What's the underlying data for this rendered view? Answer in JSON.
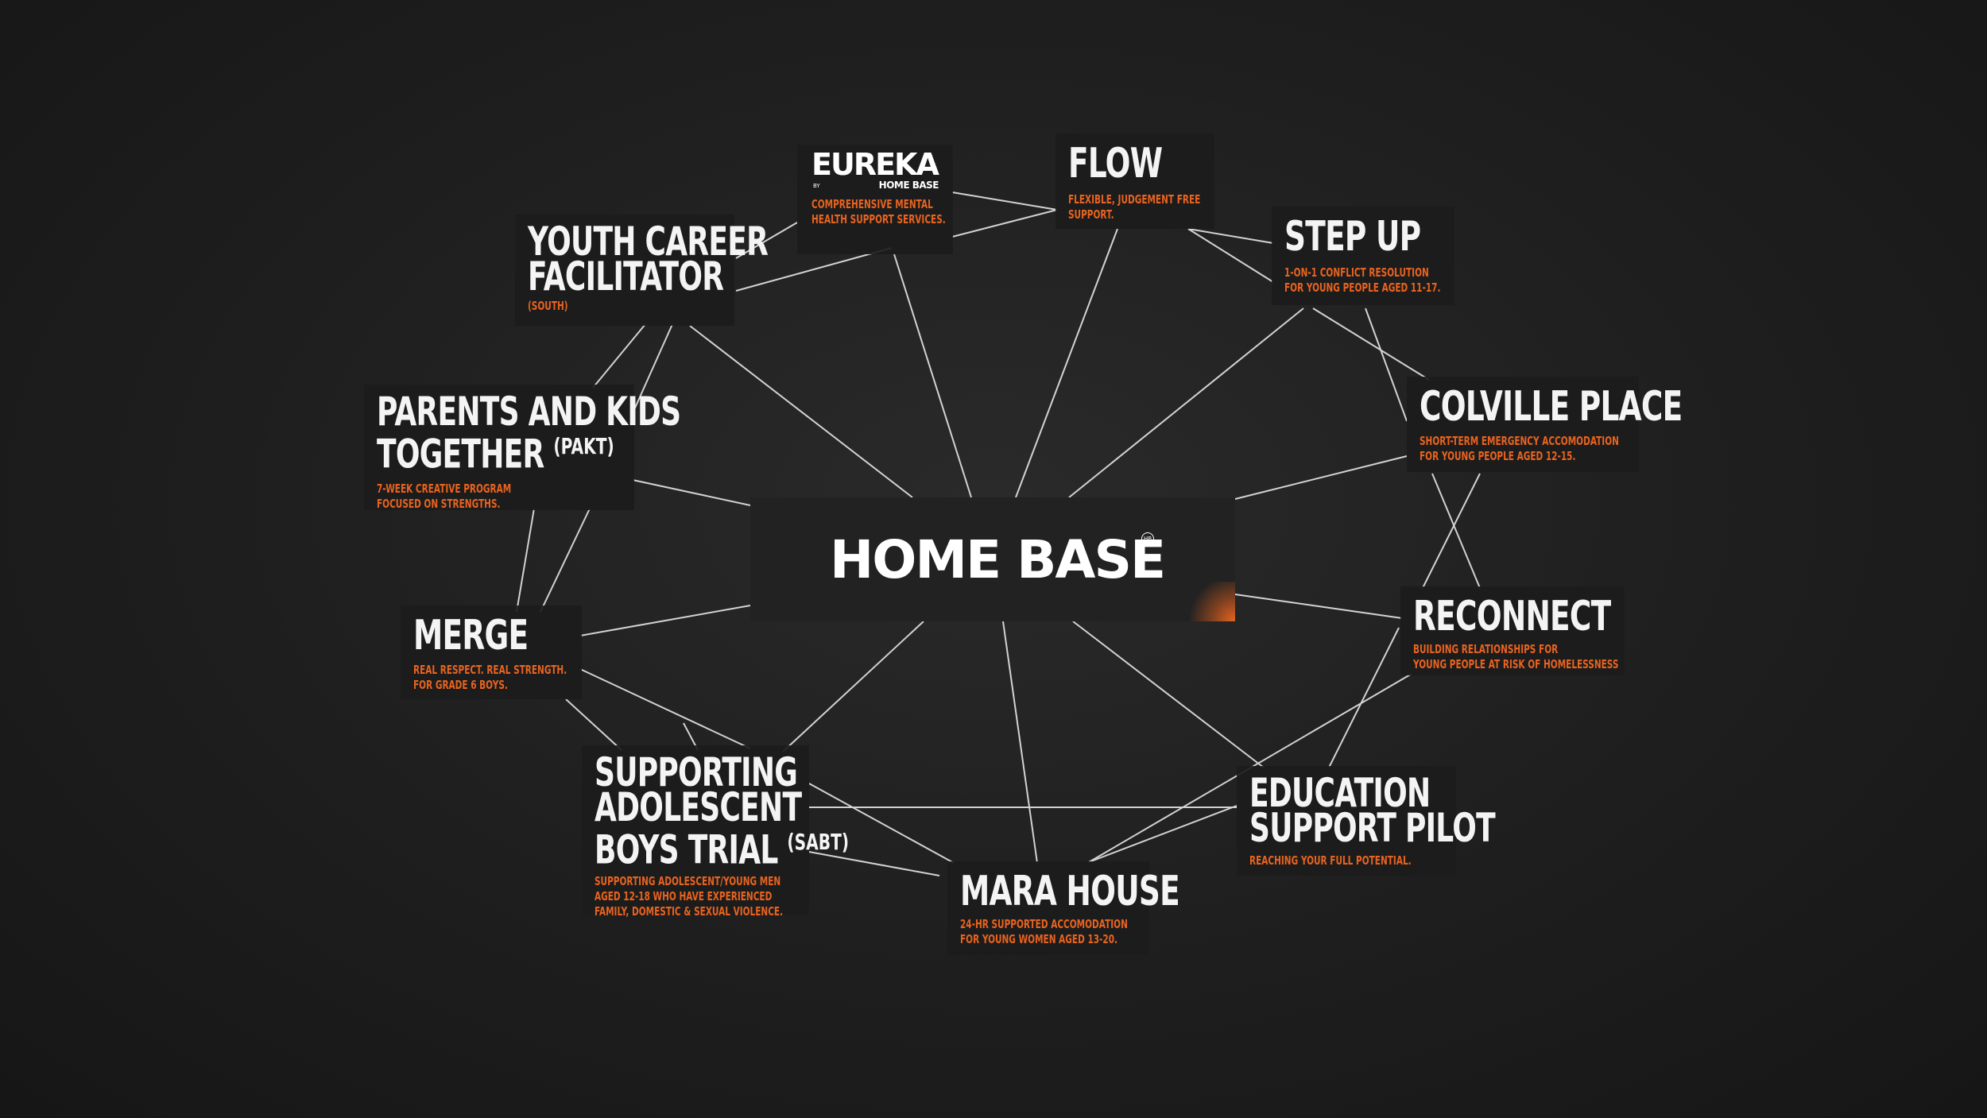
{
  "hub": {
    "title": "HOME BASE",
    "mark": "HB"
  },
  "nodes": {
    "eureka": {
      "logo": "EUREKA",
      "by": "BY",
      "brand": "HOME BASE",
      "desc1": "COMPREHENSIVE MENTAL",
      "desc2": "HEALTH SUPPORT SERVICES."
    },
    "flow": {
      "title": "FLOW",
      "desc1": "FLEXIBLE, JUDGEMENT FREE",
      "desc2": "SUPPORT."
    },
    "step_up": {
      "title": "STEP UP",
      "desc1": "1-ON-1 CONFLICT RESOLUTION",
      "desc2": "FOR YOUNG PEOPLE AGED 11-17."
    },
    "youth_career": {
      "title1": "YOUTH CAREER",
      "title2": "FACILITATOR",
      "desc1": "(SOUTH)"
    },
    "colville": {
      "title": "COLVILLE PLACE",
      "desc1": "SHORT-TERM EMERGENCY ACCOMODATION",
      "desc2": "FOR YOUNG PEOPLE AGED 12-15."
    },
    "pakt": {
      "title1": "PARENTS AND KIDS",
      "title2": "TOGETHER",
      "suffix": "(PAKT)",
      "desc1": "7-WEEK CREATIVE PROGRAM",
      "desc2": "FOCUSED ON STRENGTHS."
    },
    "reconnect": {
      "title": "RECONNECT",
      "desc1": "BUILDING RELATIONSHIPS FOR",
      "desc2": "YOUNG PEOPLE AT RISK OF HOMELESSNESS"
    },
    "merge": {
      "title": "MERGE",
      "desc1": "REAL RESPECT. REAL STRENGTH.",
      "desc2": "FOR GRADE 6 BOYS."
    },
    "sabt": {
      "title1": "SUPPORTING",
      "title2": "ADOLESCENT",
      "title3": "BOYS TRIAL",
      "suffix": "(SABT)",
      "desc1": "SUPPORTING ADOLESCENT/YOUNG MEN",
      "desc2": "AGED 12-18 WHO HAVE EXPERIENCED",
      "desc3": "FAMILY, DOMESTIC & SEXUAL VIOLENCE."
    },
    "education": {
      "title1": "EDUCATION",
      "title2": "SUPPORT PILOT",
      "desc1": "REACHING YOUR FULL POTENTIAL."
    },
    "mara": {
      "title": "MARA HOUSE",
      "desc1": "24-HR SUPPORTED ACCOMODATION",
      "desc2": "FOR YOUNG WOMEN AGED 13-20."
    }
  },
  "colors": {
    "background": "#1e1e1e",
    "accent": "#e8631f",
    "text": "#f4f4f4",
    "line": "#e6e6e6"
  }
}
